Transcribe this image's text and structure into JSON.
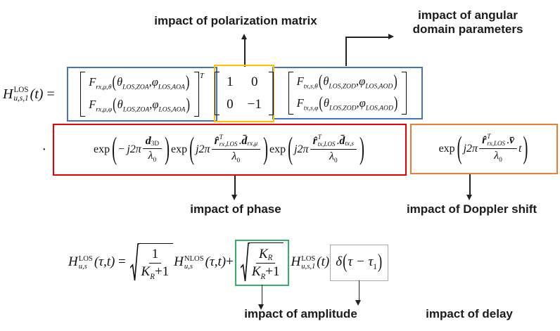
{
  "colors": {
    "blue": "#4472C4",
    "gold": "#FFC000",
    "red": "#EE0000",
    "orange": "#ED7D31",
    "green": "#2FB269",
    "gray": "#A8A8A8"
  },
  "annotations": {
    "polarization": "impact of polarization matrix",
    "angular": [
      "impact of angular",
      "domain parameters"
    ],
    "phase": "impact of phase",
    "doppler": "impact of Doppler shift",
    "amplitude": "impact of amplitude",
    "delay": "impact of delay"
  },
  "eq_los": {
    "lhs": {
      "base": "H",
      "sup": "LOS",
      "sub": "u,s,1",
      "arg": "(t)",
      "rel": "="
    },
    "rx_pattern": {
      "transpose": "T",
      "rows": [
        {
          "base": "F",
          "base_sub": "rx,μ,θ",
          "open": "(",
          "arg1": "θ",
          "arg1_sub": "LOS,ZOA",
          "sep": ",",
          "arg2": "φ",
          "arg2_sub": "LOS,AOA",
          "close": ")"
        },
        {
          "base": "F",
          "base_sub": "rx,μ,φ",
          "open": "(",
          "arg1": "θ",
          "arg1_sub": "LOS,ZOA",
          "sep": ",",
          "arg2": "φ",
          "arg2_sub": "LOS,AOA",
          "close": ")"
        }
      ]
    },
    "polarization_matrix": {
      "r1c1": "1",
      "r1c2": "0",
      "r2c1": "0",
      "r2c2": "−1"
    },
    "tx_pattern": {
      "rows": [
        {
          "base": "F",
          "base_sub": "tx,s,θ",
          "open": "(",
          "arg1": "θ",
          "arg1_sub": "LOS,ZOD",
          "sep": ",",
          "arg2": "φ",
          "arg2_sub": "LOS,AOD",
          "close": ")"
        },
        {
          "base": "F",
          "base_sub": "tx,s,φ",
          "open": "(",
          "arg1": "θ",
          "arg1_sub": "LOS,ZOD",
          "sep": ",",
          "arg2": "φ",
          "arg2_sub": "LOS,AOD",
          "close": ")"
        }
      ]
    },
    "mult_dot": "·",
    "phase_terms": [
      {
        "fn": "exp",
        "open": "(",
        "sign": "−",
        "coef": "j2π",
        "num_base": "d",
        "num_sub": "3D",
        "den_base": "λ",
        "den_sub": "0",
        "close": ")"
      },
      {
        "fn": "exp",
        "open": "(",
        "coef": "j2π",
        "num_r": "r̂",
        "num_r_sup": "T",
        "num_r_sub": "rx,LOS",
        "dot": ".",
        "num_v": "d̄",
        "num_v_sub": "rx,μ",
        "den_base": "λ",
        "den_sub": "0",
        "close": ")"
      },
      {
        "fn": "exp",
        "open": "(",
        "coef": "j2π",
        "num_r": "r̂",
        "num_r_sup": "T",
        "num_r_sub": "tx,LOS",
        "dot": ".",
        "num_v": "d̄",
        "num_v_sub": "tx,s",
        "den_base": "λ",
        "den_sub": "0",
        "close": ")"
      },
      {
        "fn": "exp",
        "open": "(",
        "coef": "j2π",
        "num_r": "r̂",
        "num_r_sup": "T",
        "num_r_sub": "rx,LOS",
        "dot": ".",
        "num_v": "v̄",
        "den_base": "λ",
        "den_sub": "0",
        "factor": "t",
        "close": ")"
      }
    ]
  },
  "eq_cir": {
    "lhs": {
      "base": "H",
      "sup": "LOS",
      "sub": "u,s",
      "arg": "(τ,t)",
      "rel": "="
    },
    "sqrt1": {
      "num": "1",
      "den_base": "K",
      "den_base_sub": "R",
      "den_rest": "+1"
    },
    "nlos": {
      "base": "H",
      "sup": "NLOS",
      "sub": "u,s",
      "arg": "(τ,t)",
      "plus": "+"
    },
    "sqrt2": {
      "num_base": "K",
      "num_base_sub": "R",
      "den_base": "K",
      "den_base_sub": "R",
      "den_rest": "+1"
    },
    "los": {
      "base": "H",
      "sup": "LOS",
      "sub": "u,s,1",
      "arg": "(t)"
    },
    "delta": {
      "fn": "δ",
      "open": "(",
      "arg": "τ − τ",
      "arg_sub": "1",
      "close": ")"
    }
  }
}
